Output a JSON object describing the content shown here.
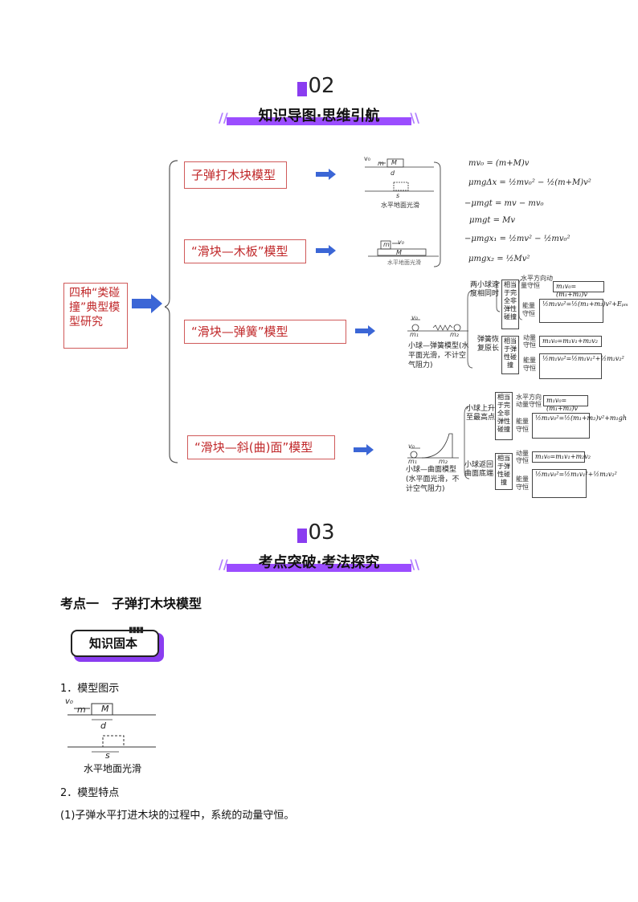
{
  "section02": {
    "number": "02",
    "title": "知识导图·思维引航"
  },
  "section03": {
    "number": "03",
    "title": "考点突破·考法探究"
  },
  "mindmap": {
    "root": "四种“类碰撞”典型模型研究",
    "branches": [
      "子弹打木块模型",
      "“滑块—木板”模型",
      "“滑块—弹簧”模型",
      "“滑块—斜(曲)面”模型"
    ],
    "bullet_fig": {
      "v0": "v₀",
      "m": "m",
      "M": "M",
      "d": "d",
      "s": "s",
      "caption": "水平地面光滑"
    },
    "board_fig": {
      "m": "m",
      "v0": "v₀",
      "M": "M",
      "caption": "水平地面光滑"
    },
    "equations": [
      "mv₀ = (m+M)v",
      "μmgΔx = ½mv₀² − ½(m+M)v²",
      "−μmgt = mv − mv₀",
      "μmgt = Mv",
      "−μmgx₁ = ½mv² − ½mv₀²",
      "μmgx₂ = ½Mv²"
    ],
    "spring": {
      "fig_v0": "v₀",
      "fig_m1": "m₁",
      "fig_m2": "m₂",
      "caption": "小球—弹簧模型(水平面光滑，不计空气阻力)",
      "case1": "两小球速度相同时",
      "case1_type": "相当于完全非弹性碰撞",
      "case1_momentum_label": "水平方向动量守恒",
      "case1_momentum_eq": "m₁v₀=(m₁+m₂)v",
      "case1_energy_label": "能量守恒",
      "case1_energy_eq": "½m₁v₀²=½(m₁+m₂)v²+Eₚₘ",
      "case2": "弹簧恢复原长",
      "case2_type": "相当于弹性碰撞",
      "case2_momentum_label": "动量守恒",
      "case2_momentum_eq": "m₁v₀=m₁v₁+m₂v₂",
      "case2_energy_label": "能量守恒",
      "case2_energy_eq": "½m₁v₀²=½m₁v₁²+½m₂v₂²"
    },
    "curve": {
      "fig_v0": "v₀",
      "fig_m1": "m₁",
      "fig_m2": "m₂",
      "caption": "小球—曲面模型(水平面光滑，不计空气阻力)",
      "case1": "小球上升至最高点",
      "case1_type": "相当于完全非弹性碰撞",
      "case1_momentum_label": "水平方向动量守恒",
      "case1_momentum_eq": "m₁v₀=(m₁+m₂)v",
      "case1_energy_label": "能量守恒",
      "case1_energy_eq": "½m₁v₀²=½(m₁+m₂)v²+m₁gh",
      "case2": "小球返回曲面底端",
      "case2_type": "相当于弹性碰撞",
      "case2_momentum_label": "动量守恒",
      "case2_momentum_eq": "m₁v₀=m₁v₁+m₂v₂",
      "case2_energy_label": "能量守恒",
      "case2_energy_eq": "½m₁v₀²=½m₁v₁²+½m₂v₂²"
    }
  },
  "kaodian": {
    "heading": "考点一　子弹打木块模型",
    "badge": "知识固本",
    "item1": "1．模型图示",
    "figure": {
      "v0": "v₀",
      "m": "m",
      "M": "M",
      "d": "d",
      "s": "s",
      "caption": "水平地面光滑"
    },
    "item2": "2．模型特点",
    "item2_1": "(1)子弹水平打进木块的过程中，系统的动量守恒。"
  }
}
